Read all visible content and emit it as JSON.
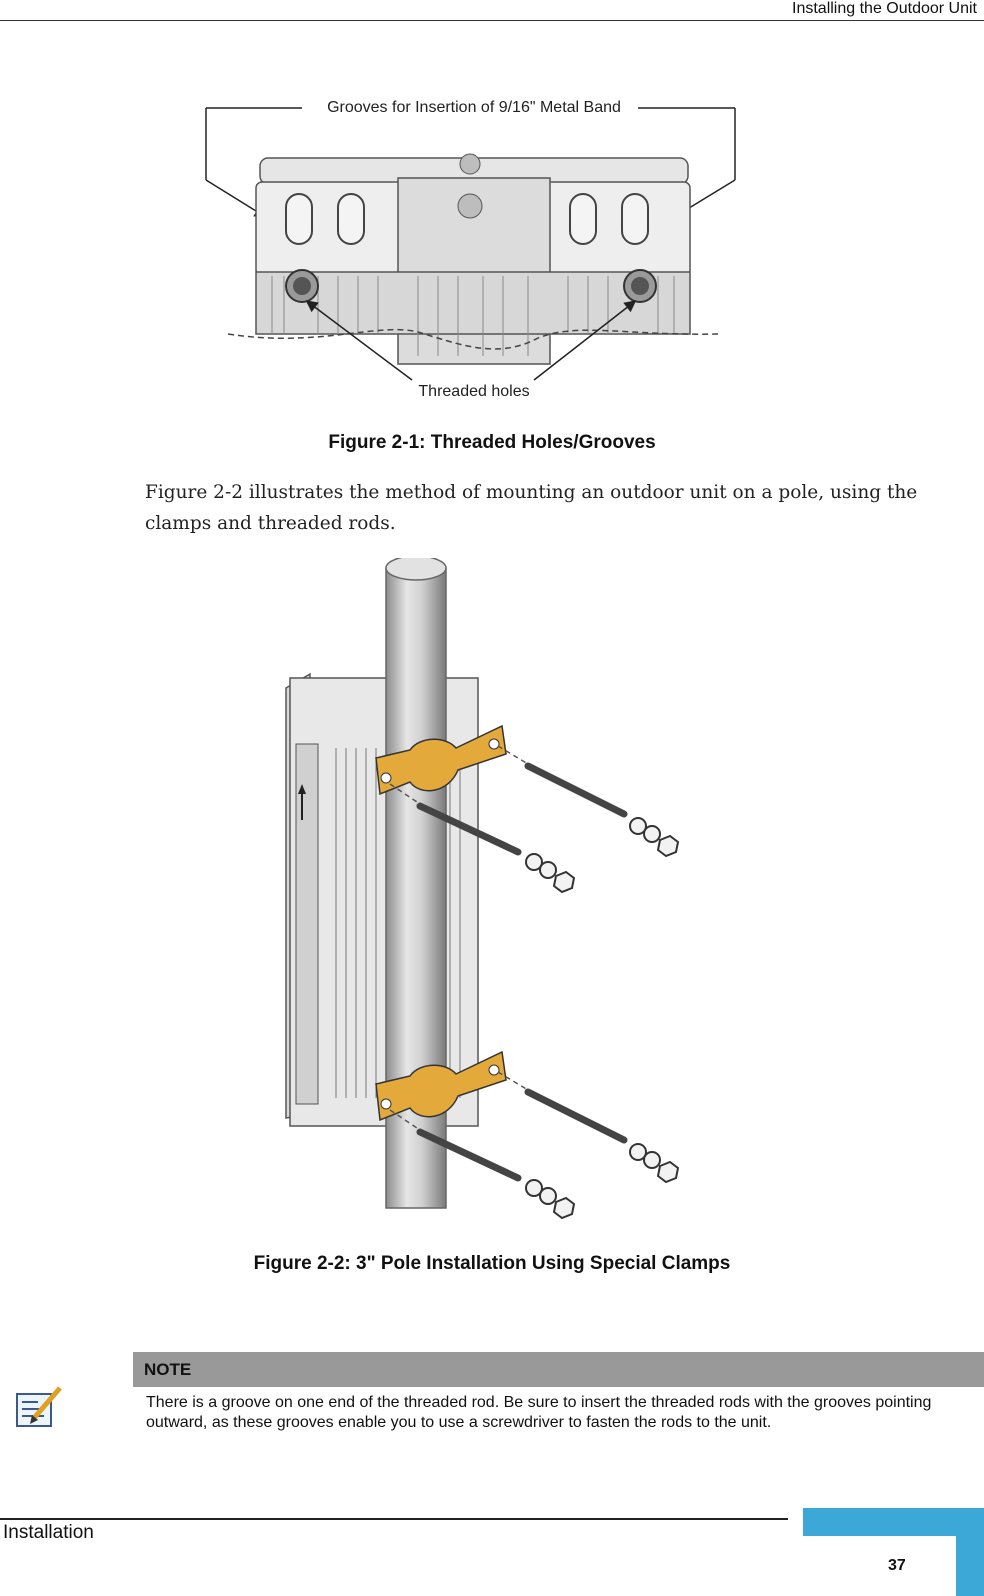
{
  "header": {
    "running_title": "Installing the Outdoor Unit"
  },
  "figure1": {
    "label_top": "Grooves for Insertion of 9/16\" Metal Band",
    "label_bottom": "Threaded holes",
    "caption": "Figure 2-1: Threaded Holes/Grooves"
  },
  "body": {
    "paragraph": "Figure 2-2 illustrates the method of mounting an outdoor unit on a pole, using the clamps and threaded rods."
  },
  "figure2": {
    "caption": "Figure 2-2: 3\" Pole Installation Using Special Clamps"
  },
  "note": {
    "title": "NOTE",
    "text": "There is a groove on one end of the threaded rod. Be sure to insert the threaded rods with the grooves pointing outward, as these grooves enable you to use a screwdriver to fasten the rods to the unit."
  },
  "footer": {
    "section": "Installation",
    "page_number": "37",
    "accent_color": "#3ba8d8"
  },
  "icons": {
    "note_icon": "notepad-pencil-icon"
  }
}
